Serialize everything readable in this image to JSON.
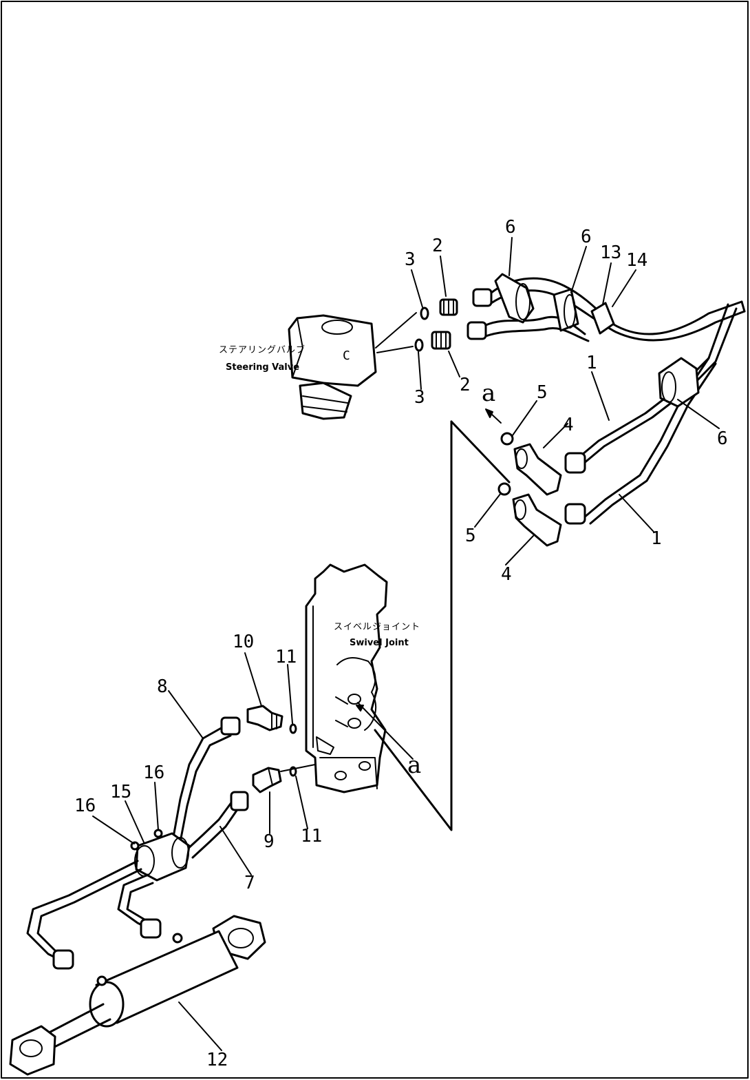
{
  "labels": {
    "steering_jp": "ステアリングバルブ",
    "steering_en": "Steering Valve",
    "swivel_jp": "スイベルジョイント",
    "swivel_en": "Swivel Joint"
  },
  "callouts": {
    "n1a": "1",
    "n1b": "1",
    "n2a": "2",
    "n2b": "2",
    "n3a": "3",
    "n3b": "3",
    "n4a": "4",
    "n4b": "4",
    "n5a": "5",
    "n5b": "5",
    "n6a": "6",
    "n6b": "6",
    "n6c": "6",
    "n7": "7",
    "n8": "8",
    "n9": "9",
    "n10": "10",
    "n11a": "11",
    "n11b": "11",
    "n12": "12",
    "n13": "13",
    "n14": "14",
    "n15": "15",
    "n16a": "16",
    "n16b": "16",
    "aA": "a",
    "aB": "a"
  }
}
